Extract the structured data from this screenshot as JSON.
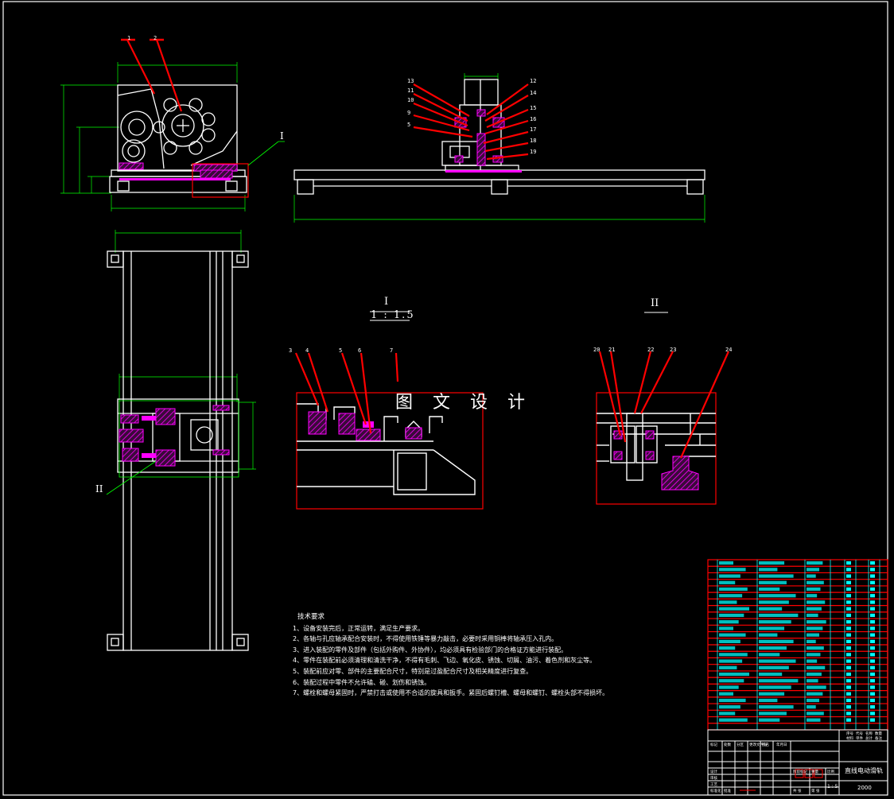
{
  "watermark": "图 文 设 计",
  "section_labels": {
    "section_i": "I",
    "section_i_scale": "1 : 1.5",
    "section_ii": "II",
    "leader_i": "I",
    "leader_ii": "II"
  },
  "balloons": {
    "front_view": [
      "1",
      "2"
    ],
    "side_left": [
      "13",
      "11",
      "10",
      "9",
      "5"
    ],
    "side_right": [
      "12",
      "14",
      "15",
      "16",
      "17",
      "18",
      "19"
    ],
    "detail_i": [
      "3",
      "4",
      "5",
      "6",
      "7"
    ],
    "detail_ii": [
      "20",
      "21",
      "22",
      "23",
      "24"
    ]
  },
  "technical_requirements": {
    "title": "技术要求",
    "items": [
      "1、设备安装完后，正常运转，满足生产要求。",
      "2、各轴与孔应轴承配合安装时，不得使用铁锤等暴力敲击，必要时采用铜棒将轴承压入孔内。",
      "3、进入装配的零件及部件（包括外购件、外协件），均必须具有检验部门的合格证方能进行装配。",
      "4、零件在装配前必须清理和清洗干净，不得有毛刺、飞边、氧化皮、锈蚀、切屑、油污、着色剂和灰尘等。",
      "5、装配前应对零、部件的主要配合尺寸，特别是过盈配合尺寸及相关精度进行复查。",
      "6、装配过程中零件不允许磕、碰、划伤和锈蚀。",
      "7、螺栓和螺母紧固时，严禁打击或使用不合适的旋具和扳手。紧固后螺钉槽、螺母和螺钉、螺栓头部不得损坏。"
    ]
  },
  "title_block": {
    "drawing_title": "直线电动滑轨",
    "drawing_number": "2000",
    "scale": "1 : 5",
    "labels": [
      "设计",
      "审核",
      "工艺",
      "标准化",
      "批准",
      "标记",
      "处数",
      "分区",
      "更改文件号",
      "签名",
      "年月日",
      "阶段标记",
      "重量",
      "比例",
      "共 张",
      "第 张",
      "序号",
      "代号",
      "名称",
      "数量",
      "材料",
      "单件",
      "总计",
      "备注"
    ]
  },
  "colors": {
    "background": "#000000",
    "outline": "#ffffff",
    "leader": "#ff0000",
    "dimension": "#00ff00",
    "section_fill": "#ff00ff",
    "bom_line": "#ff0000",
    "bom_cell": "#00ffff"
  }
}
